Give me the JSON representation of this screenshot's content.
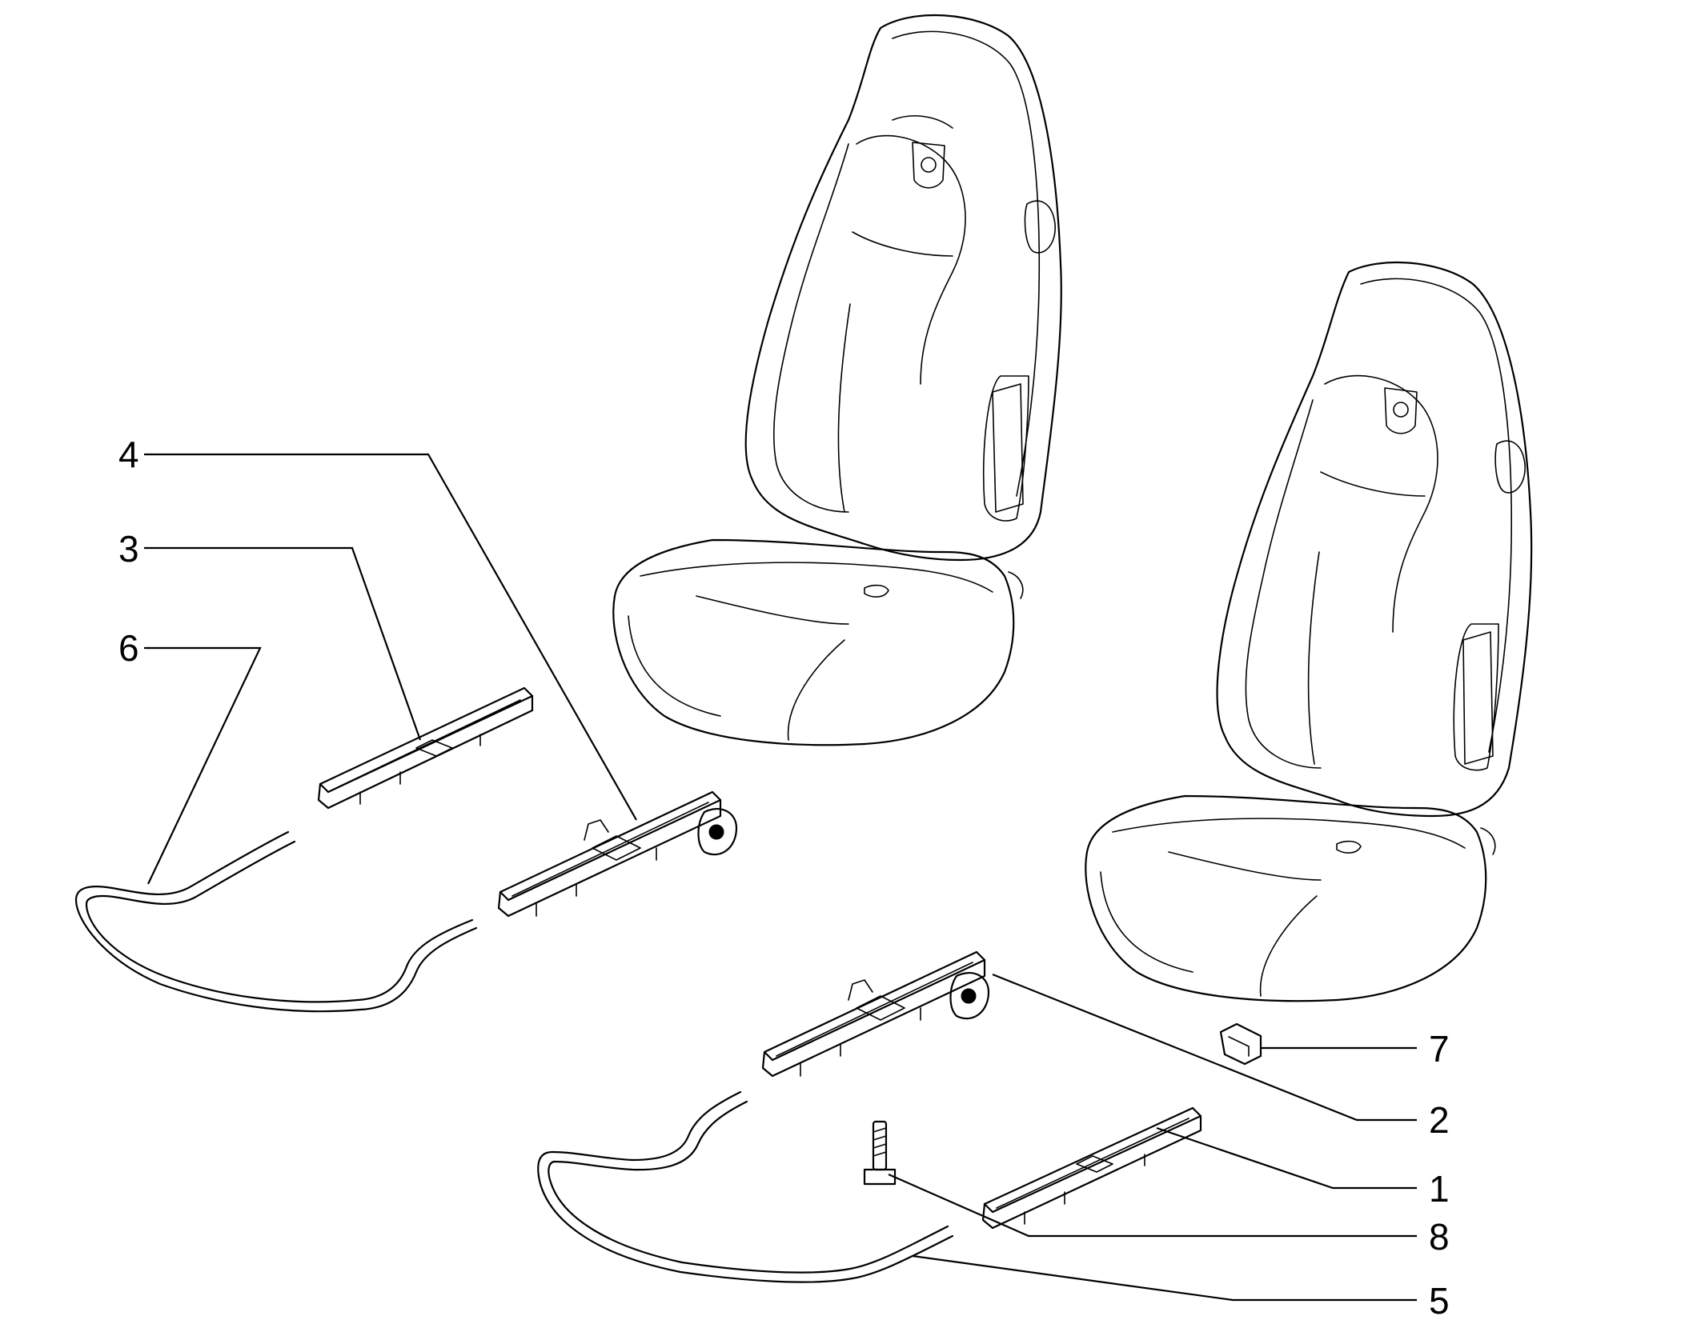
{
  "callouts": [
    {
      "id": "4",
      "label": "4"
    },
    {
      "id": "3",
      "label": "3"
    },
    {
      "id": "6",
      "label": "6"
    },
    {
      "id": "7",
      "label": "7"
    },
    {
      "id": "2",
      "label": "2"
    },
    {
      "id": "1",
      "label": "1"
    },
    {
      "id": "8",
      "label": "8"
    },
    {
      "id": "5",
      "label": "5"
    }
  ]
}
